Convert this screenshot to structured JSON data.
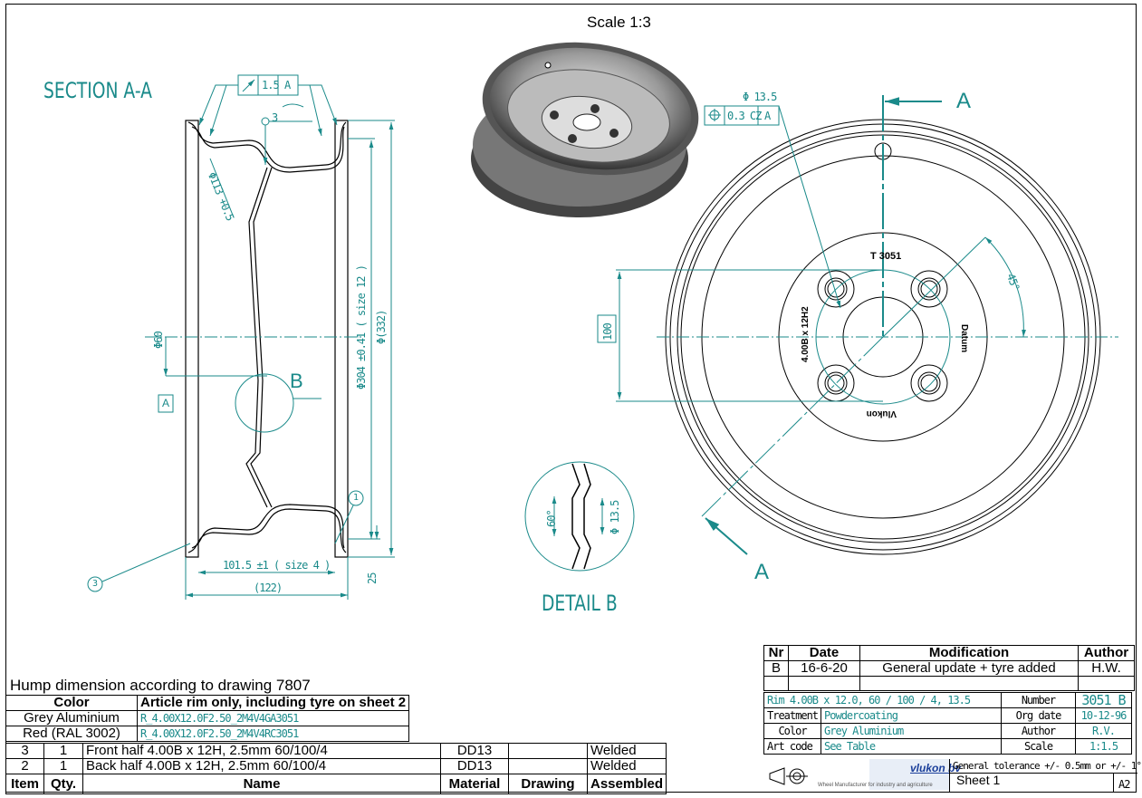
{
  "scale_label": "Scale 1:3",
  "section_label": "SECTION A-A",
  "detail_label": "DETAIL B",
  "section_arrow_label_top": "A",
  "section_arrow_label_bottom": "A",
  "detail_callout": "B",
  "datum_label": "A",
  "annotations": {
    "runout_value": "1.5",
    "runout_datum": "A",
    "angle_3": "3",
    "dia_113": "Φ113 +0.5",
    "dia_60": "Φ60",
    "dia_304": "Φ304 ±0.41 ( size 12 )",
    "dia_332": "Φ(332)",
    "width_101": "101.5 ±1 ( size 4 )",
    "width_122": "(122)",
    "dim_25": "25",
    "balloon_1": "1",
    "balloon_3": "3",
    "hole_dia": "Φ 13.5",
    "position_tol": "0.3 CZ",
    "position_datum": "A",
    "pcd": "100",
    "angle_45": "45°",
    "detail_angle": "60°",
    "detail_dia": "Φ 13.5",
    "stamp_top": "T 3051",
    "stamp_left": "4.00B x 12H2",
    "stamp_right": "Datum",
    "stamp_bottom": "Vlukon"
  },
  "hump_note": "Hump dimension according to drawing 7807",
  "color_table": {
    "headers": [
      "Color",
      "Article rim only, including tyre on sheet 2"
    ],
    "rows": [
      [
        "Grey Aluminium",
        "R_4.00X12.0F2.50_2M4V4GA3051"
      ],
      [
        "Red (RAL 3002)",
        "R_4.00X12.0F2.50_2M4V4RC3051"
      ]
    ]
  },
  "parts_list": {
    "headers": [
      "Item",
      "Qty.",
      "Name",
      "Material",
      "Drawing",
      "Assembled"
    ],
    "rows": [
      [
        "3",
        "1",
        "Front half 4.00B x 12H, 2.5mm 60/100/4",
        "DD13",
        "",
        "Welded"
      ],
      [
        "2",
        "1",
        "Back half 4.00B x 12H, 2.5mm 60/100/4",
        "DD13",
        "",
        "Welded"
      ]
    ]
  },
  "revisions": {
    "headers": [
      "Nr",
      "Date",
      "Modification",
      "Author"
    ],
    "rows": [
      [
        "B",
        "16-6-20",
        "General update + tyre added",
        "H.W."
      ]
    ]
  },
  "title_block": {
    "description": "Rim 4.00B x 12.0,  60 / 100 / 4,  13.5",
    "number_label": "Number",
    "number": "3051 B",
    "treatment_label": "Treatment",
    "treatment": "Powdercoating",
    "org_date_label": "Org date",
    "org_date": "10-12-96",
    "color_label": "Color",
    "color": "Grey Aluminium",
    "author_label": "Author",
    "author": "R.V.",
    "art_code_label": "Art code",
    "art_code": "See Table",
    "scale_label": "Scale",
    "scale": "1:1.5",
    "company": "vlukon bv",
    "company_tagline": "Wheel Manufacturer for industry and agriculture",
    "tolerance": "General tolerance +/- 0.5mm or +/- 1°",
    "sheet": "Sheet 1",
    "format": "A2"
  },
  "colors": {
    "annotation": "#1a8a8a",
    "line": "#000000"
  }
}
